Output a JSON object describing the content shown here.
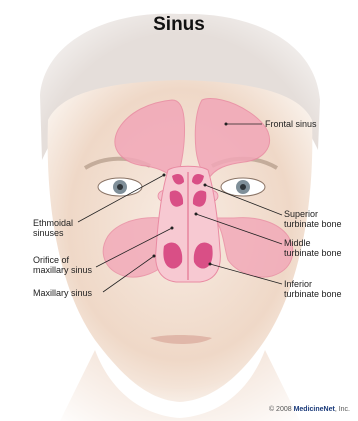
{
  "title": "Sinus",
  "labels": {
    "frontal_sinus": "Frontal sinus",
    "superior_turbinate": "Superior\nturbinate bone",
    "middle_turbinate": "Middle\nturbinate bone",
    "inferior_turbinate": "Inferior\nturbinate bone",
    "ethmoidal_sinuses": "Ethmoidal\nsinuses",
    "orifice_maxillary": "Orifice of\nmaxillary sinus",
    "maxillary_sinus": "Maxillary sinus"
  },
  "copyright": {
    "prefix": "© 2008 ",
    "brand": "MedicineNet",
    "suffix": ", Inc."
  },
  "colors": {
    "sinus_fill": "#f2a7b8",
    "sinus_stroke": "#e98aa2",
    "turbinate": "#d94f86",
    "skin_light": "#f6e6da",
    "skin_shade": "#e9cdb9"
  }
}
